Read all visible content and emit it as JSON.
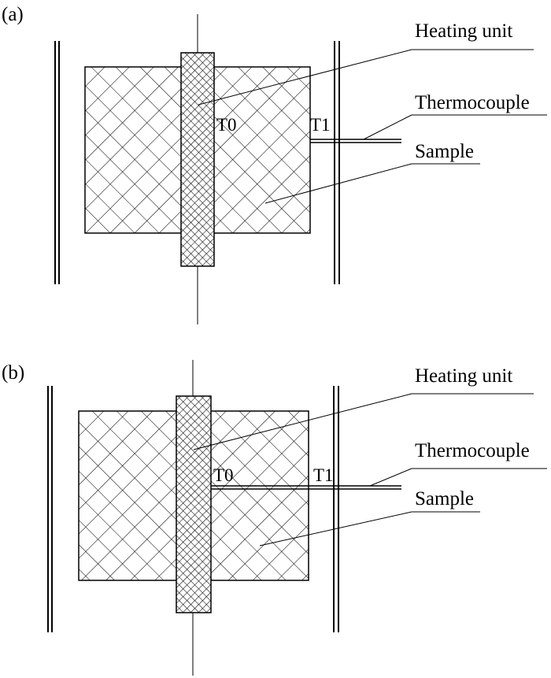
{
  "panels": [
    {
      "panel_label": "(a)",
      "heating_unit_label": "Heating unit",
      "thermocouple_label": "Thermocouple",
      "sample_label": "Sample",
      "t0_label": "T0",
      "t1_label": "T1"
    },
    {
      "panel_label": "(b)",
      "heating_unit_label": "Heating unit",
      "thermocouple_label": "Thermocouple",
      "sample_label": "Sample",
      "t0_label": "T0",
      "t1_label": "T1"
    }
  ],
  "colors": {
    "line": "#000000",
    "background": "#ffffff"
  }
}
